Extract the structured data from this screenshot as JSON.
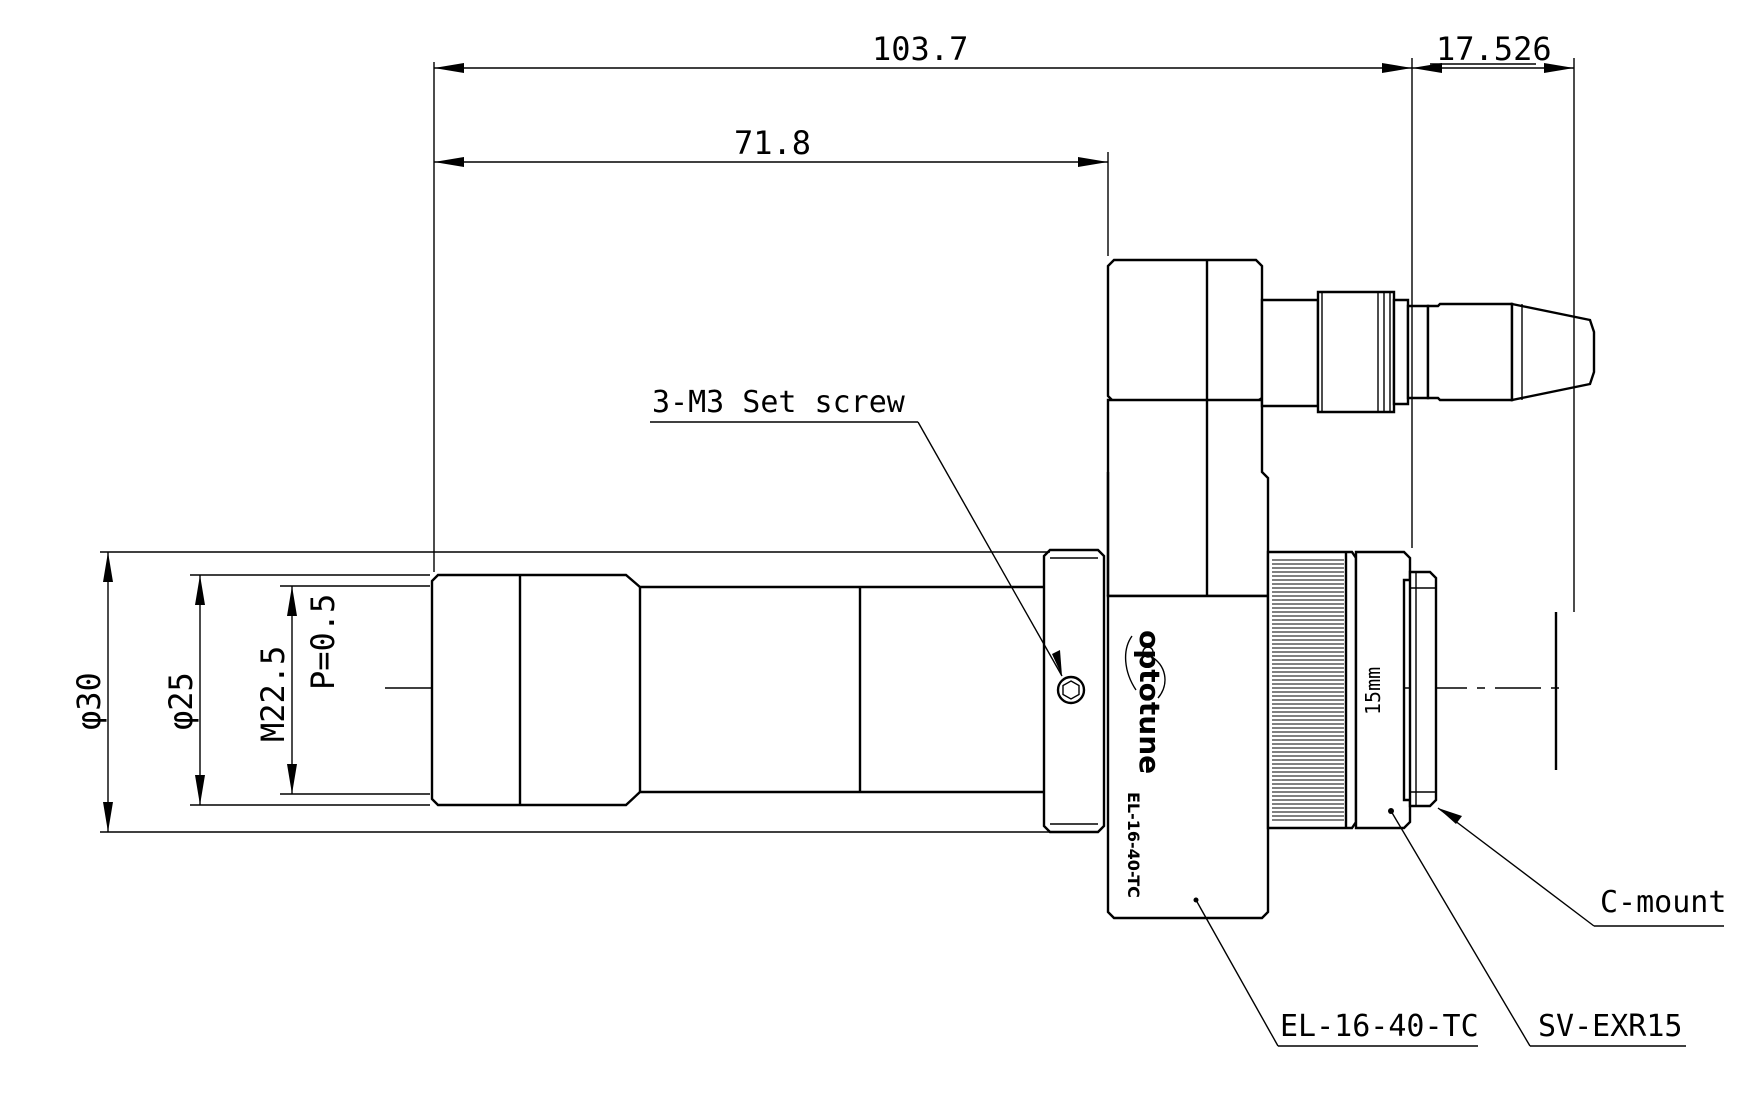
{
  "dimensions": {
    "overall_length": "103.7",
    "connector_length": "17.526",
    "tube_length": "71.8",
    "outer_diameter": "φ30",
    "inner_diameter": "φ25",
    "thread_size": "M22.5",
    "thread_pitch": "P=0.5"
  },
  "labels": {
    "set_screw": "3-M3 Set screw",
    "c_mount": "C-mount",
    "lens_model": "EL-16-40-TC",
    "adapter_model": "SV-EXR15"
  },
  "body_markings": {
    "brand": "optotune",
    "model": "EL-16-40-TC",
    "focal": "15mm"
  }
}
